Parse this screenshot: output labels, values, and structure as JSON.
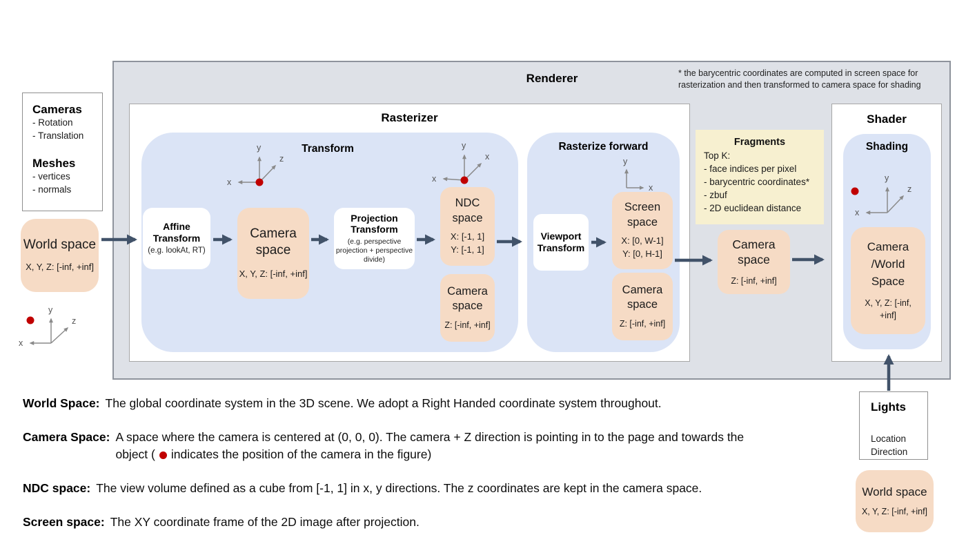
{
  "axes": {
    "x": "x",
    "y": "y",
    "z": "z"
  },
  "renderer": {
    "title": "Renderer",
    "note": "* the barycentric coordinates are computed in screen space for rasterization and then transformed to camera space for shading"
  },
  "rasterizer": {
    "title": "Rasterizer"
  },
  "transform": {
    "title": "Transform",
    "affine_title": "Affine Transform",
    "affine_sub": "(e.g. lookAt, RT)",
    "camera_space_title": "Camera space",
    "camera_space_range": "X, Y, Z: [-inf, +inf]",
    "projection_title": "Projection Transform",
    "projection_sub": "(e.g. perspective projection + perspective divide)",
    "ndc_title": "NDC space",
    "ndc_x": "X: [-1, 1]",
    "ndc_y": "Y: [-1, 1]",
    "ndc_camera_title": "Camera space",
    "ndc_camera_z": "Z: [-inf, +inf]"
  },
  "rasterize_forward": {
    "title": "Rasterize forward",
    "viewport_title": "Viewport Transform",
    "screen_title": "Screen space",
    "screen_x": "X: [0, W-1]",
    "screen_y": "Y: [0, H-1]",
    "camera_title": "Camera space",
    "camera_z": "Z: [-inf, +inf]"
  },
  "fragments": {
    "title": "Fragments",
    "topk": "Top K:",
    "lines": [
      "- face indices per pixel",
      "- barycentric coordinates*",
      "- zbuf",
      "- 2D euclidean distance"
    ]
  },
  "camera_space_out": {
    "title": "Camera space",
    "range": "Z: [-inf, +inf]"
  },
  "shader": {
    "title": "Shader",
    "shading_title": "Shading",
    "space_title": "Camera /World Space",
    "space_range": "X, Y, Z: [-inf, +inf]"
  },
  "inputs": {
    "cameras_title": "Cameras",
    "cameras_items": [
      "- Rotation",
      "- Translation"
    ],
    "meshes_title": "Meshes",
    "meshes_items": [
      "- vertices",
      "- normals"
    ],
    "world_space_title": "World space",
    "world_space_range": "X, Y, Z: [-inf, +inf]"
  },
  "lights": {
    "title": "Lights",
    "items": [
      "Location",
      "Direction"
    ],
    "world_space_title": "World space",
    "world_space_range": "X, Y, Z: [-inf, +inf]"
  },
  "definitions": [
    {
      "term": "World Space:",
      "text": "The global coordinate system in the 3D scene. We adopt a Right Handed coordinate system throughout."
    },
    {
      "term": "Camera Space:",
      "text_before": "A space where the camera is centered at (0, 0, 0). The camera + Z direction is pointing in to the page and towards the object (",
      "text_after": "indicates the position of the camera in the figure)"
    },
    {
      "term": "NDC space:",
      "text": "The view volume defined as a cube from [-1, 1] in x, y directions. The z coordinates are kept in the camera space."
    },
    {
      "term": "Screen space:",
      "text": "The XY coordinate frame of the 2D image after projection."
    }
  ],
  "colors": {
    "panel_blue": "#dbe4f6",
    "box_orange": "#f6dbc5",
    "note_yellow": "#f7f0d0",
    "renderer_gray": "#dee1e7",
    "arrow": "#415269",
    "camera_dot": "#c00000"
  }
}
